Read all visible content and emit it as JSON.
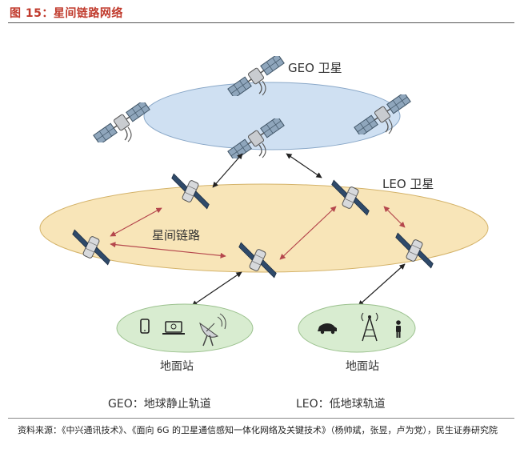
{
  "figure": {
    "title": "图 15：星间链路网络"
  },
  "diagram": {
    "geo_label": "GEO 卫星",
    "leo_label": "LEO 卫星",
    "isl_label": "星间链路",
    "ground_left_label": "地面站",
    "ground_right_label": "地面站",
    "legend_geo": "GEO：地球静止轨道",
    "legend_leo": "LEO：低地球轨道"
  },
  "icons": {
    "ground_left": [
      "phone-icon",
      "laptop-icon",
      "satellite-dish-icon"
    ],
    "ground_right": [
      "car-icon",
      "cell-tower-icon",
      "person-icon"
    ]
  },
  "colors": {
    "geo_orbit": "#cfe0f2",
    "leo_orbit": "#f8e5b8",
    "ground_station": "#d8ecd0",
    "isl_link": "#b5474d",
    "link": "#222222",
    "title": "#c0392b"
  },
  "source": {
    "text": "资料来源：《中兴通讯技术》、《面向 6G 的卫星通信感知一体化网络及关键技术》（杨帅斌，张昱，卢为党），民生证券研究院"
  }
}
